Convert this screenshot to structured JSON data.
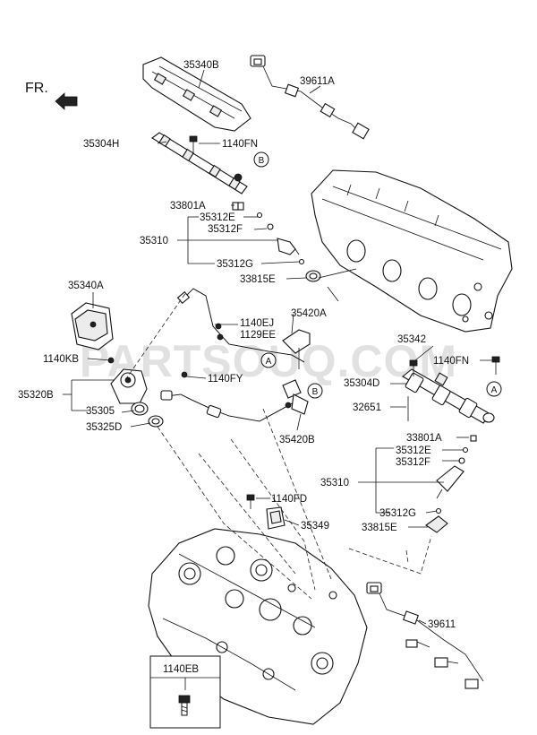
{
  "direction_label": "FR.",
  "watermark": "PARTSOUQ.COM",
  "labels": {
    "p35340B": "35340B",
    "p39611A": "39611A",
    "p35304H": "35304H",
    "p1140FN_top": "1140FN",
    "p33801A_top": "33801A",
    "p35312E_top": "35312E",
    "p35312F_top": "35312F",
    "p35310_top": "35310",
    "p35312G_top": "35312G",
    "p33815E_top": "33815E",
    "p35340A": "35340A",
    "p35420A": "35420A",
    "p1140EJ": "1140EJ",
    "p1129EE": "1129EE",
    "p35342": "35342",
    "p1140FN_right": "1140FN",
    "p1140KB": "1140KB",
    "p1140FY": "1140FY",
    "p35304D": "35304D",
    "p35320B": "35320B",
    "p32651": "32651",
    "p35305": "35305",
    "p35325D": "35325D",
    "p35420B": "35420B",
    "p33801A_bot": "33801A",
    "p35312E_bot": "35312E",
    "p35312F_bot": "35312F",
    "p35310_bot": "35310",
    "p1140FD": "1140FD",
    "p35349": "35349",
    "p35312G_bot": "35312G",
    "p33815E_bot": "33815E",
    "p39611": "39611",
    "p1140EB": "1140EB"
  },
  "callouts": {
    "b_top": "B",
    "a_mid": "A",
    "b_mid": "B",
    "a_right": "A"
  }
}
